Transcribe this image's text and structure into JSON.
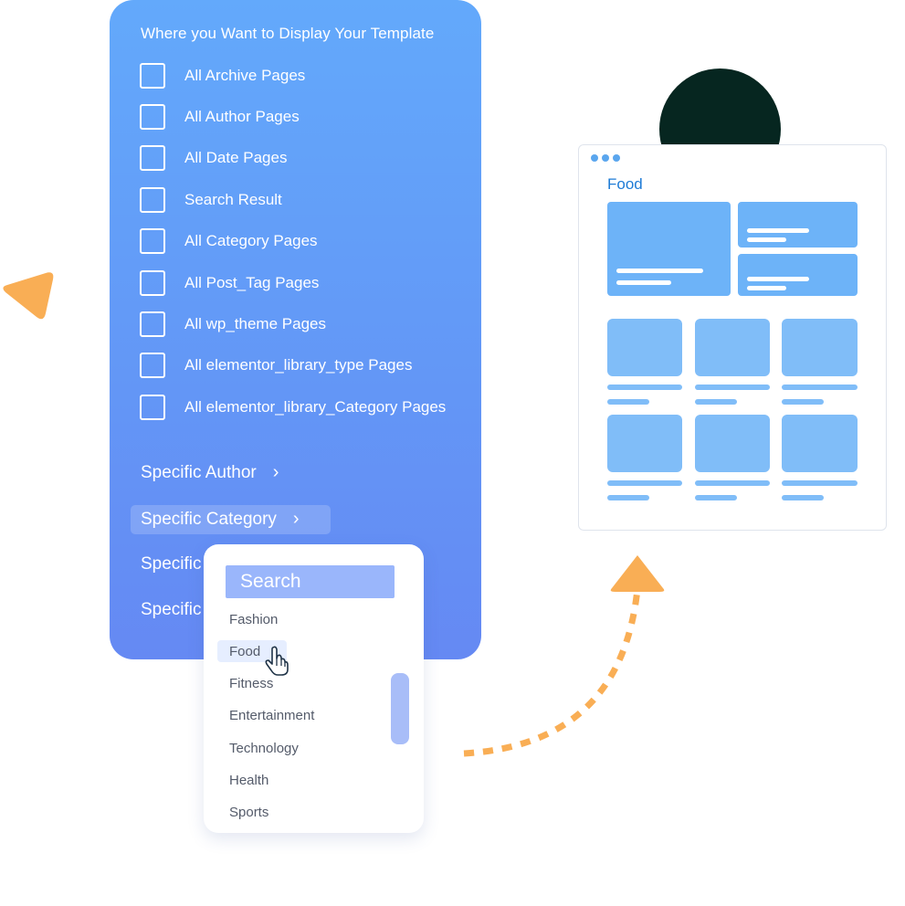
{
  "panel": {
    "title": "Where you Want to Display Your Template",
    "options": [
      "All Archive Pages",
      "All Author Pages",
      "All Date Pages",
      "Search Result",
      "All Category Pages",
      "All Post_Tag Pages",
      "All wp_theme Pages",
      "All elementor_library_type Pages",
      "All elementor_library_Category Pages"
    ],
    "specific": [
      "Specific Author",
      "Specific Category",
      "Specific",
      "Specific"
    ],
    "chevron": "›"
  },
  "dropdown": {
    "search_placeholder": "Search",
    "items": [
      "Fashion",
      "Food",
      "Fitness",
      "Entertainment",
      "Technology",
      "Health",
      "Sports"
    ],
    "selected": "Food"
  },
  "preview": {
    "title": "Food"
  },
  "colors": {
    "panel_top": "#63a9fb",
    "panel_bottom": "#6589f3",
    "accent_orange": "#f9ae55",
    "card_block": "#6db3f8",
    "card_title": "#1e7bd6",
    "blob": "#062620"
  },
  "icons": [
    "checkbox-icon",
    "chevron-right-icon",
    "hand-pointer-icon",
    "triangle-icon",
    "window-dots-icon"
  ]
}
